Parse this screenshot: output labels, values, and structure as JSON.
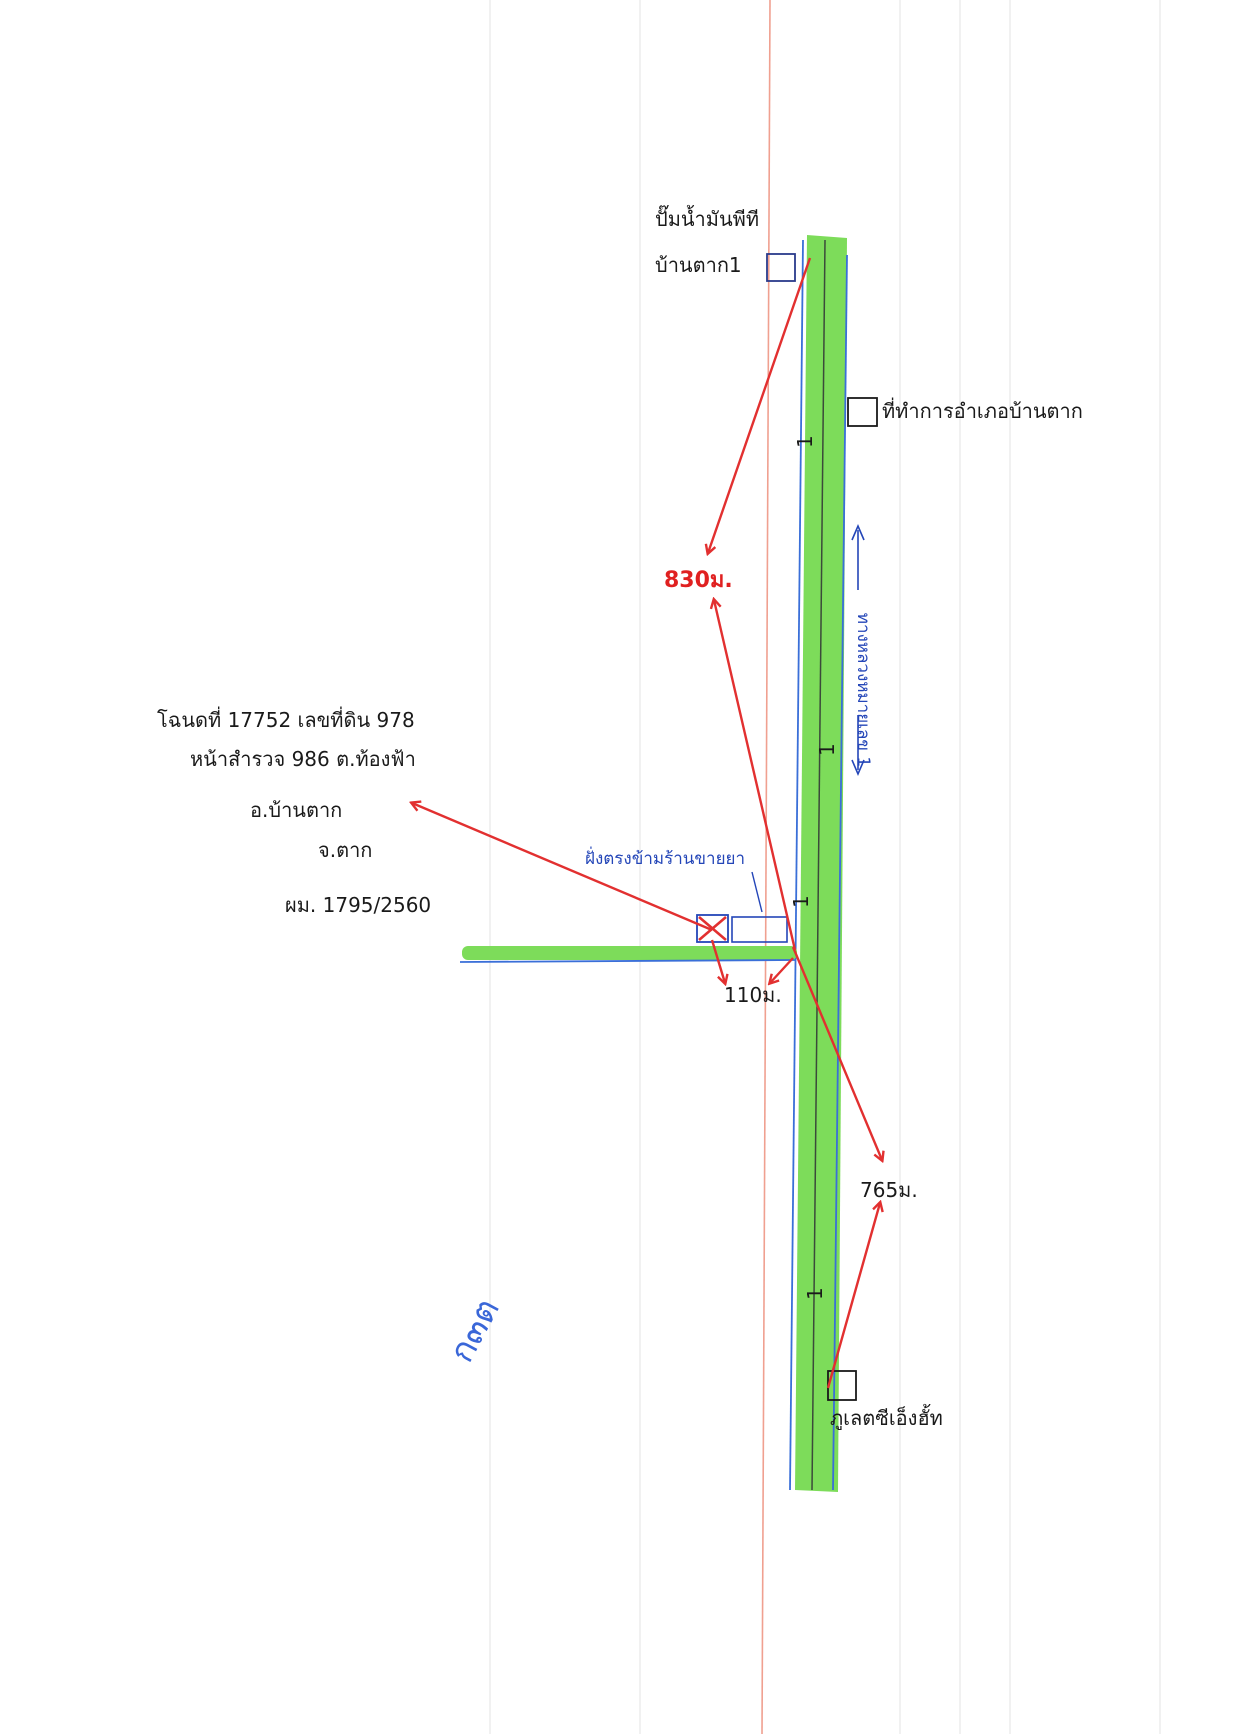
{
  "landmarks": {
    "gas_station_line1": "ปั๊มน้ำมันพีที",
    "gas_station_line2": "บ้านตาก1",
    "district_office": "ที่ทำการอำเภอบ้านตาก",
    "school": "ภูเลตซีเอ็งฮั้ท"
  },
  "distances": {
    "to_north": "830ม.",
    "to_south": "765ม.",
    "to_junction": "110ม."
  },
  "road": {
    "name": "ทางหลวงหมายเลข 1",
    "markers": [
      "1",
      "1",
      "1",
      "1"
    ]
  },
  "plot_label": "ฝั่งตรงข้ามร้านขายยา",
  "deed": {
    "line1": "โฉนดที่ 17752 เลขที่ดิน 978",
    "line2": "หน้าสำรวจ 986 ต.ท้องฟ้า",
    "line3": "อ.บ้านตาก",
    "line4": "จ.ตาก",
    "line5": "ผม. 1795/2560"
  },
  "signature": "ก๓ต",
  "colors": {
    "road_fill": "#7ddc5a",
    "road_edge": "#3a6fd8",
    "arrow": "#e23030",
    "margin_line": "#f0a090",
    "ink_blue": "#2446b8"
  }
}
